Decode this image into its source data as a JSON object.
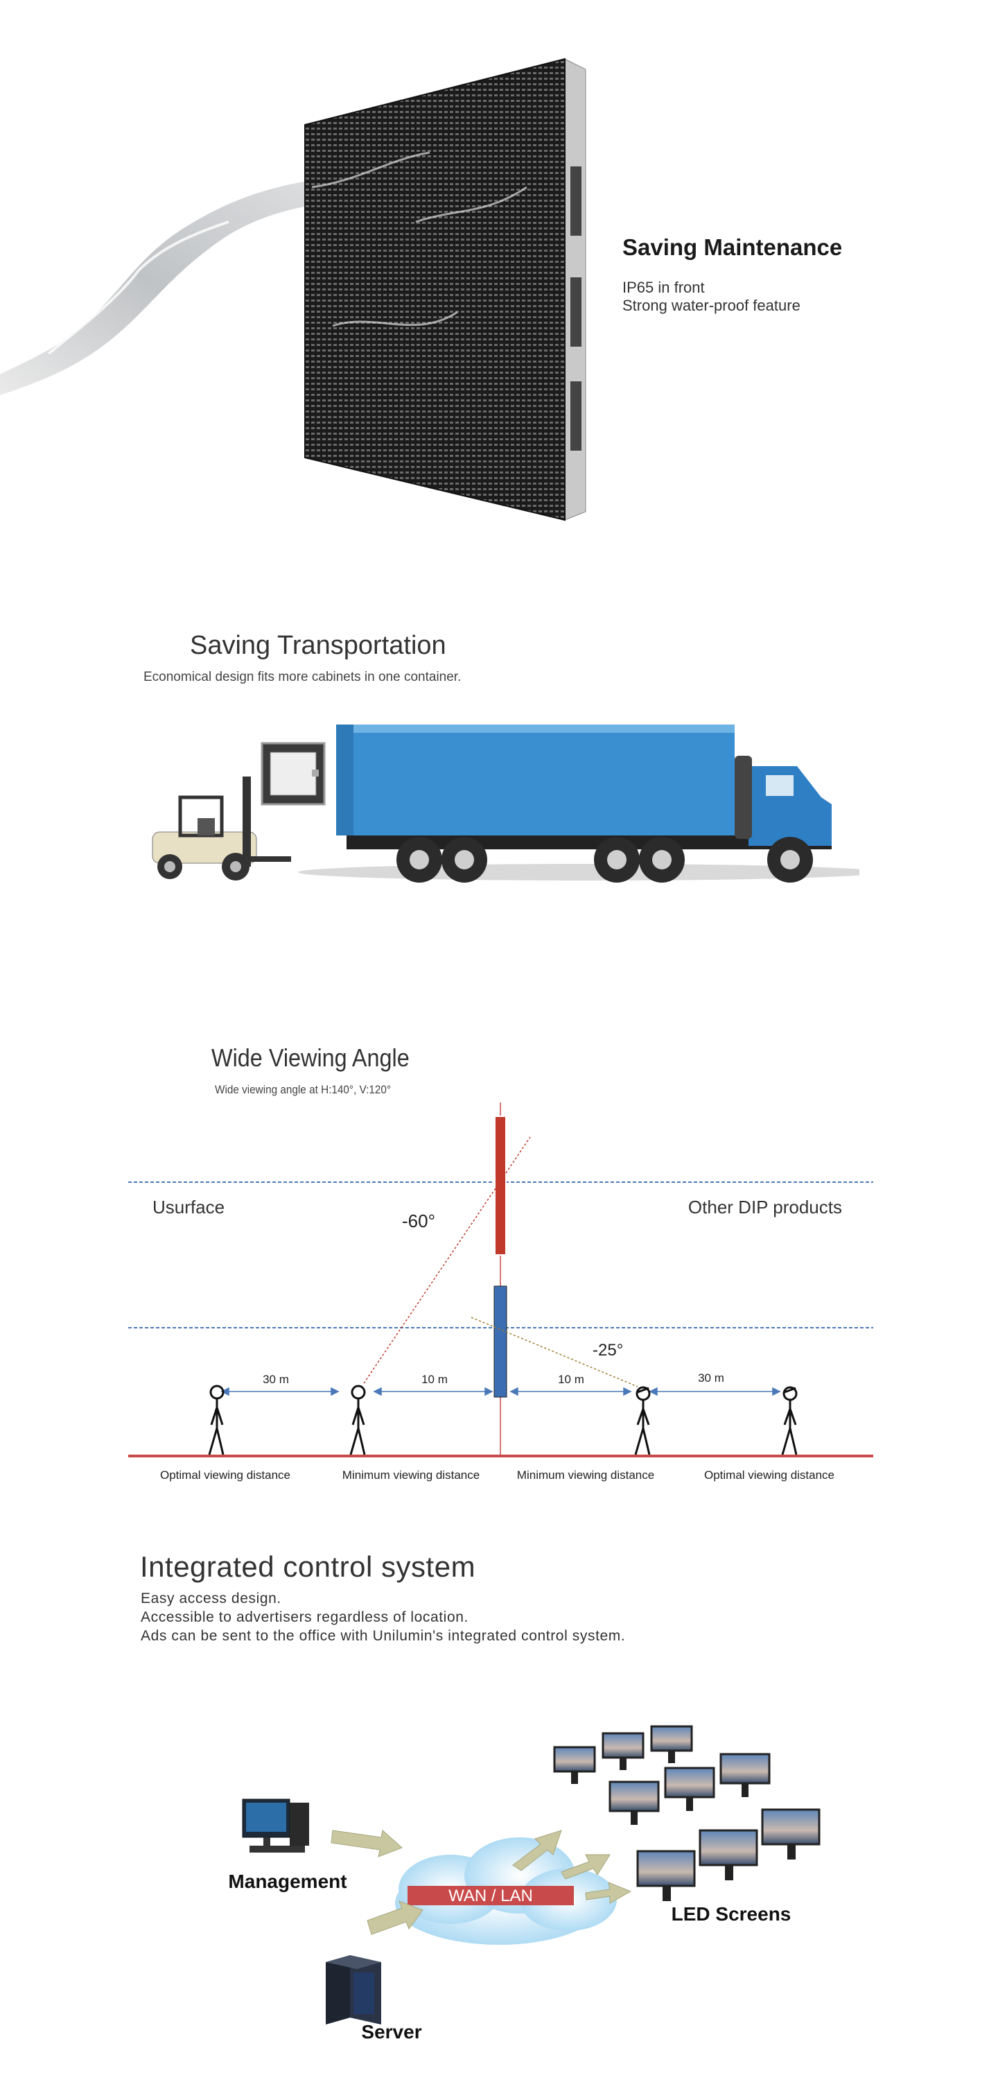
{
  "maintenance": {
    "title": "Saving Maintenance",
    "lines": [
      "IP65 in front",
      "Strong water-proof feature"
    ]
  },
  "transportation": {
    "title": "Saving Transportation",
    "subtitle": "Economical design fits more cabinets in one container."
  },
  "viewing": {
    "title": "Wide Viewing Angle",
    "subtitle": "Wide viewing angle at H:140°, V:120°",
    "left_label": "Usurface",
    "right_label": "Other DIP products",
    "angle_left": "-60°",
    "angle_right": "-25°",
    "distances": [
      "30 m",
      "10 m",
      "10 m",
      "30 m"
    ],
    "captions": [
      "Optimal viewing distance",
      "Minimum viewing distance",
      "Minimum viewing distance",
      "Optimal viewing distance"
    ]
  },
  "control": {
    "title": "Integrated control system",
    "lines": [
      "Easy access design.",
      "Accessible to advertisers regardless of location.",
      "Ads can be sent to the office with Unilumin's integrated control system."
    ],
    "network_label": "WAN / LAN",
    "management_label": "Management",
    "server_label": "Server",
    "screens_label": "LED Screens"
  },
  "colors": {
    "truck_blue": "#3a8fd0",
    "screen_red": "#c0392b",
    "screen_blue": "#3b6db3",
    "guide_blue": "#4a78b8",
    "arrow_khaki": "#c8c7a0",
    "network_red": "#c94a4a"
  }
}
